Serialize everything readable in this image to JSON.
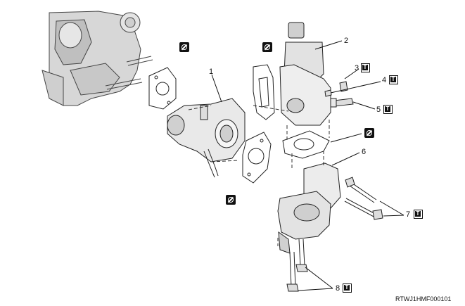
{
  "figure": {
    "code": "RTWJ1HMF000101"
  },
  "callouts": [
    {
      "label": "1"
    },
    {
      "label": "2"
    },
    {
      "label": "3"
    },
    {
      "label": "4"
    },
    {
      "label": "5"
    },
    {
      "label": "6"
    },
    {
      "label": "7"
    },
    {
      "label": "8"
    }
  ],
  "symbols": {
    "torque": "T",
    "torque_icon": "torque-spec-icon",
    "noreuse_icon": "do-not-reuse-icon"
  }
}
